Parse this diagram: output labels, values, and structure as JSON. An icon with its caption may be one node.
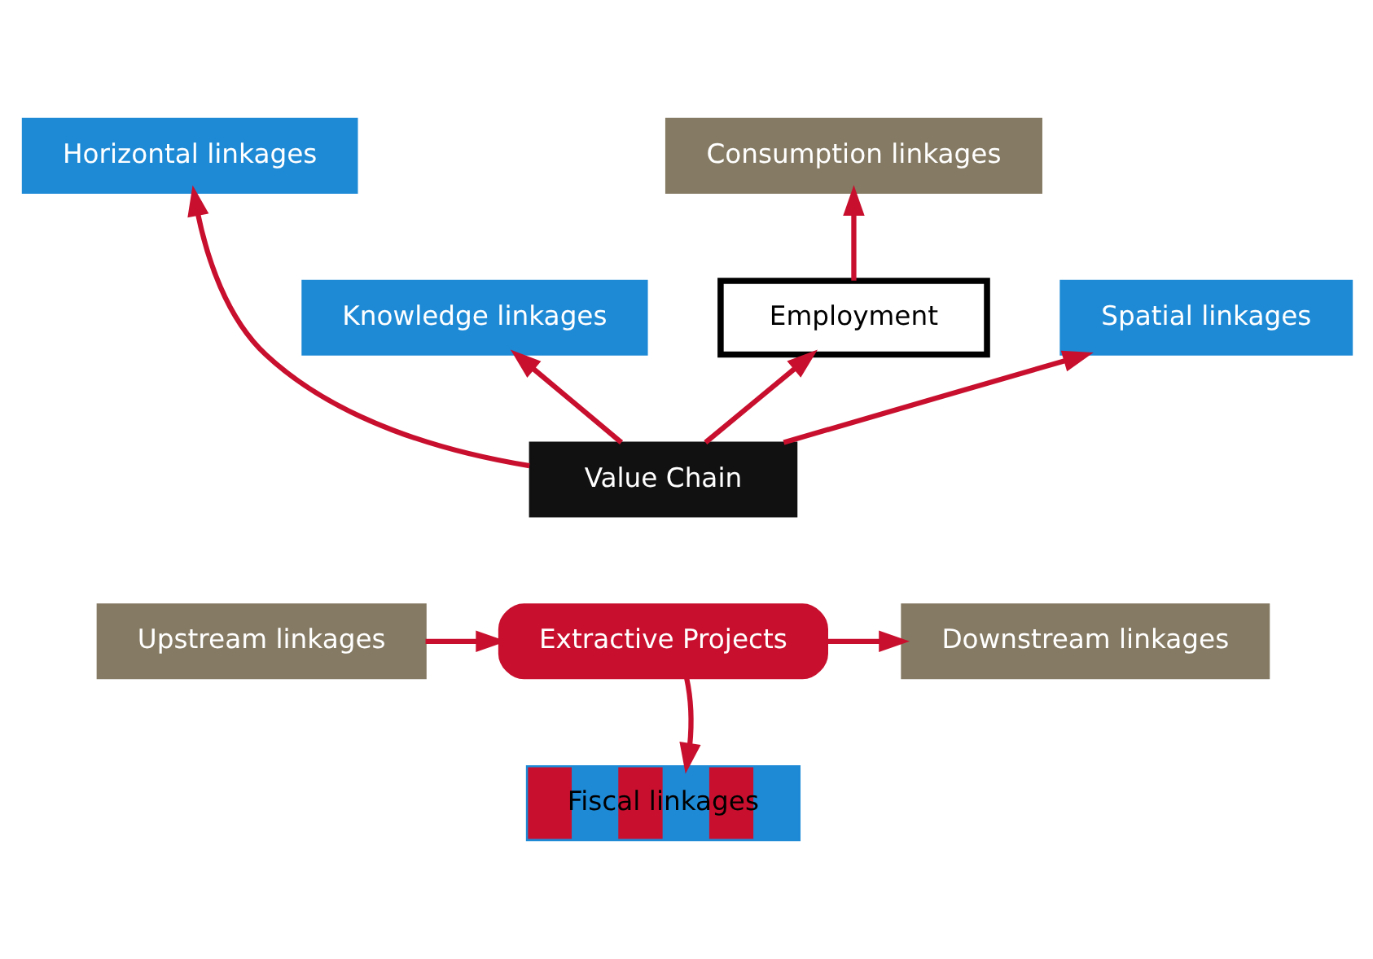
{
  "diagram": {
    "nodes": [
      {
        "text": [
          "Horizontal linkages"
        ]
      },
      {
        "text": [
          "Consumption linkages"
        ]
      },
      {
        "text": [
          "Knowledge linkages"
        ]
      },
      {
        "text": [
          "Employment"
        ]
      },
      {
        "text": [
          "Spatial linkages"
        ]
      },
      {
        "text": [
          "Value Chain"
        ]
      },
      {
        "text": [
          "Upstream linkages"
        ]
      },
      {
        "text": [
          "Extractive Projects"
        ]
      },
      {
        "text": [
          "Downstream linkages"
        ]
      },
      {
        "text": [
          "Fiscal linkages"
        ]
      }
    ],
    "edges": [
      {
        "from": 5,
        "to": 0,
        "arrow": "to"
      },
      {
        "from": 5,
        "to": 2,
        "arrow": "to"
      },
      {
        "from": 5,
        "to": 3,
        "arrow": "to"
      },
      {
        "from": 5,
        "to": 4,
        "arrow": "to"
      },
      {
        "from": 3,
        "to": 1,
        "arrow": "to"
      },
      {
        "from": 6,
        "to": 7,
        "arrow": "to"
      },
      {
        "from": 7,
        "to": 8,
        "arrow": "to"
      },
      {
        "from": 7,
        "to": 9,
        "arrow": "to"
      }
    ]
  }
}
